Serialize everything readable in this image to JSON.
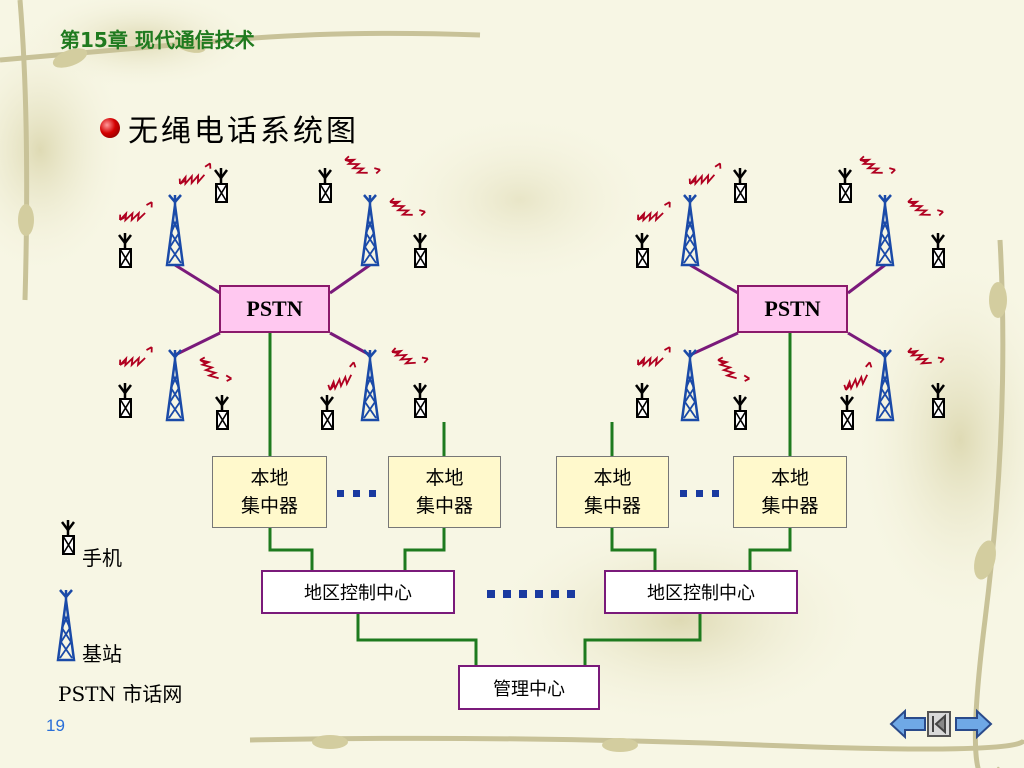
{
  "header": {
    "chapter": "第15章   现代通信技术"
  },
  "title": "无绳电话系统图",
  "pstn_label": "PSTN",
  "concentrator": {
    "line1": "本地",
    "line2": "集中器"
  },
  "control_center": "地区控制中心",
  "management_center": "管理中心",
  "legend": {
    "handset": "手机",
    "base_station": "基站",
    "pstn": "PSTN 市话网"
  },
  "page_number": "19",
  "colors": {
    "background": "#f7f6e4",
    "chapter_text": "#1f7a1f",
    "pstn_fill": "#ffc8f0",
    "pstn_border": "#8b1a6b",
    "concentrator_fill": "#fff9cc",
    "tower_blue": "#1a4aa8",
    "link_purple": "#7a1a7a",
    "link_green": "#1e7a1e",
    "radio_red": "#b00020",
    "dots_blue": "#1a3aa0"
  },
  "icons": [
    "handset-icon",
    "base-station-icon",
    "radio-wave-icon",
    "bullet-icon",
    "prev-arrow-icon",
    "home-icon",
    "next-arrow-icon"
  ]
}
